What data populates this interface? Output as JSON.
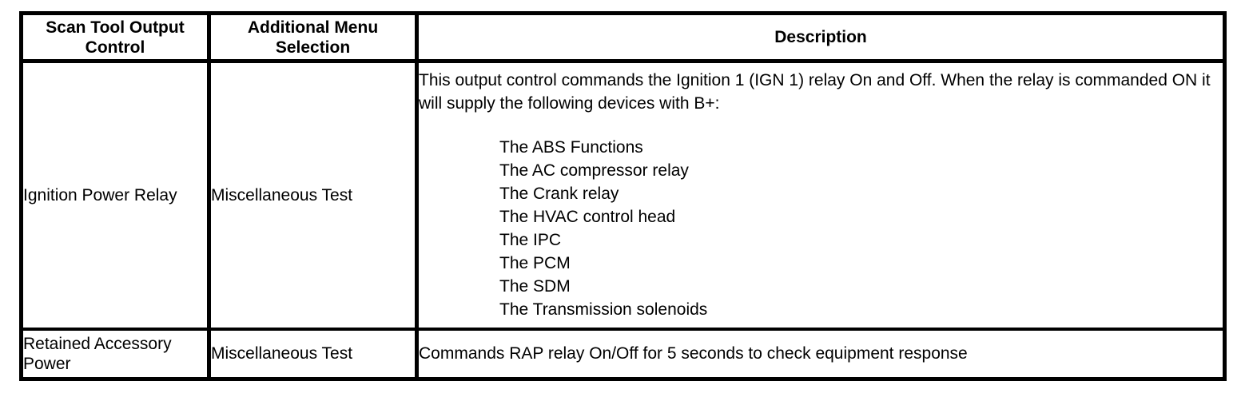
{
  "table": {
    "headers": {
      "control": "Scan Tool Output Control",
      "menu": "Additional Menu Selection",
      "description": "Description"
    },
    "rows": [
      {
        "control": "Ignition Power Relay",
        "menu": "Miscellaneous Test",
        "description_paragraph": "This output control commands the Ignition 1 (IGN 1) relay On and Off. When the relay is commanded ON it will supply the following devices with B+:",
        "description_list": [
          "The ABS Functions",
          "The AC compressor relay",
          "The Crank relay",
          "The HVAC control head",
          "The IPC",
          "The PCM",
          "The SDM",
          "The Transmission solenoids"
        ]
      },
      {
        "control": "Retained Accessory Power",
        "menu": "Miscellaneous Test",
        "description_paragraph": "Commands RAP relay On/Off for 5 seconds to check equipment response",
        "description_list": []
      }
    ]
  },
  "colors": {
    "border": "#000000",
    "text": "#000000",
    "background": "#ffffff"
  }
}
